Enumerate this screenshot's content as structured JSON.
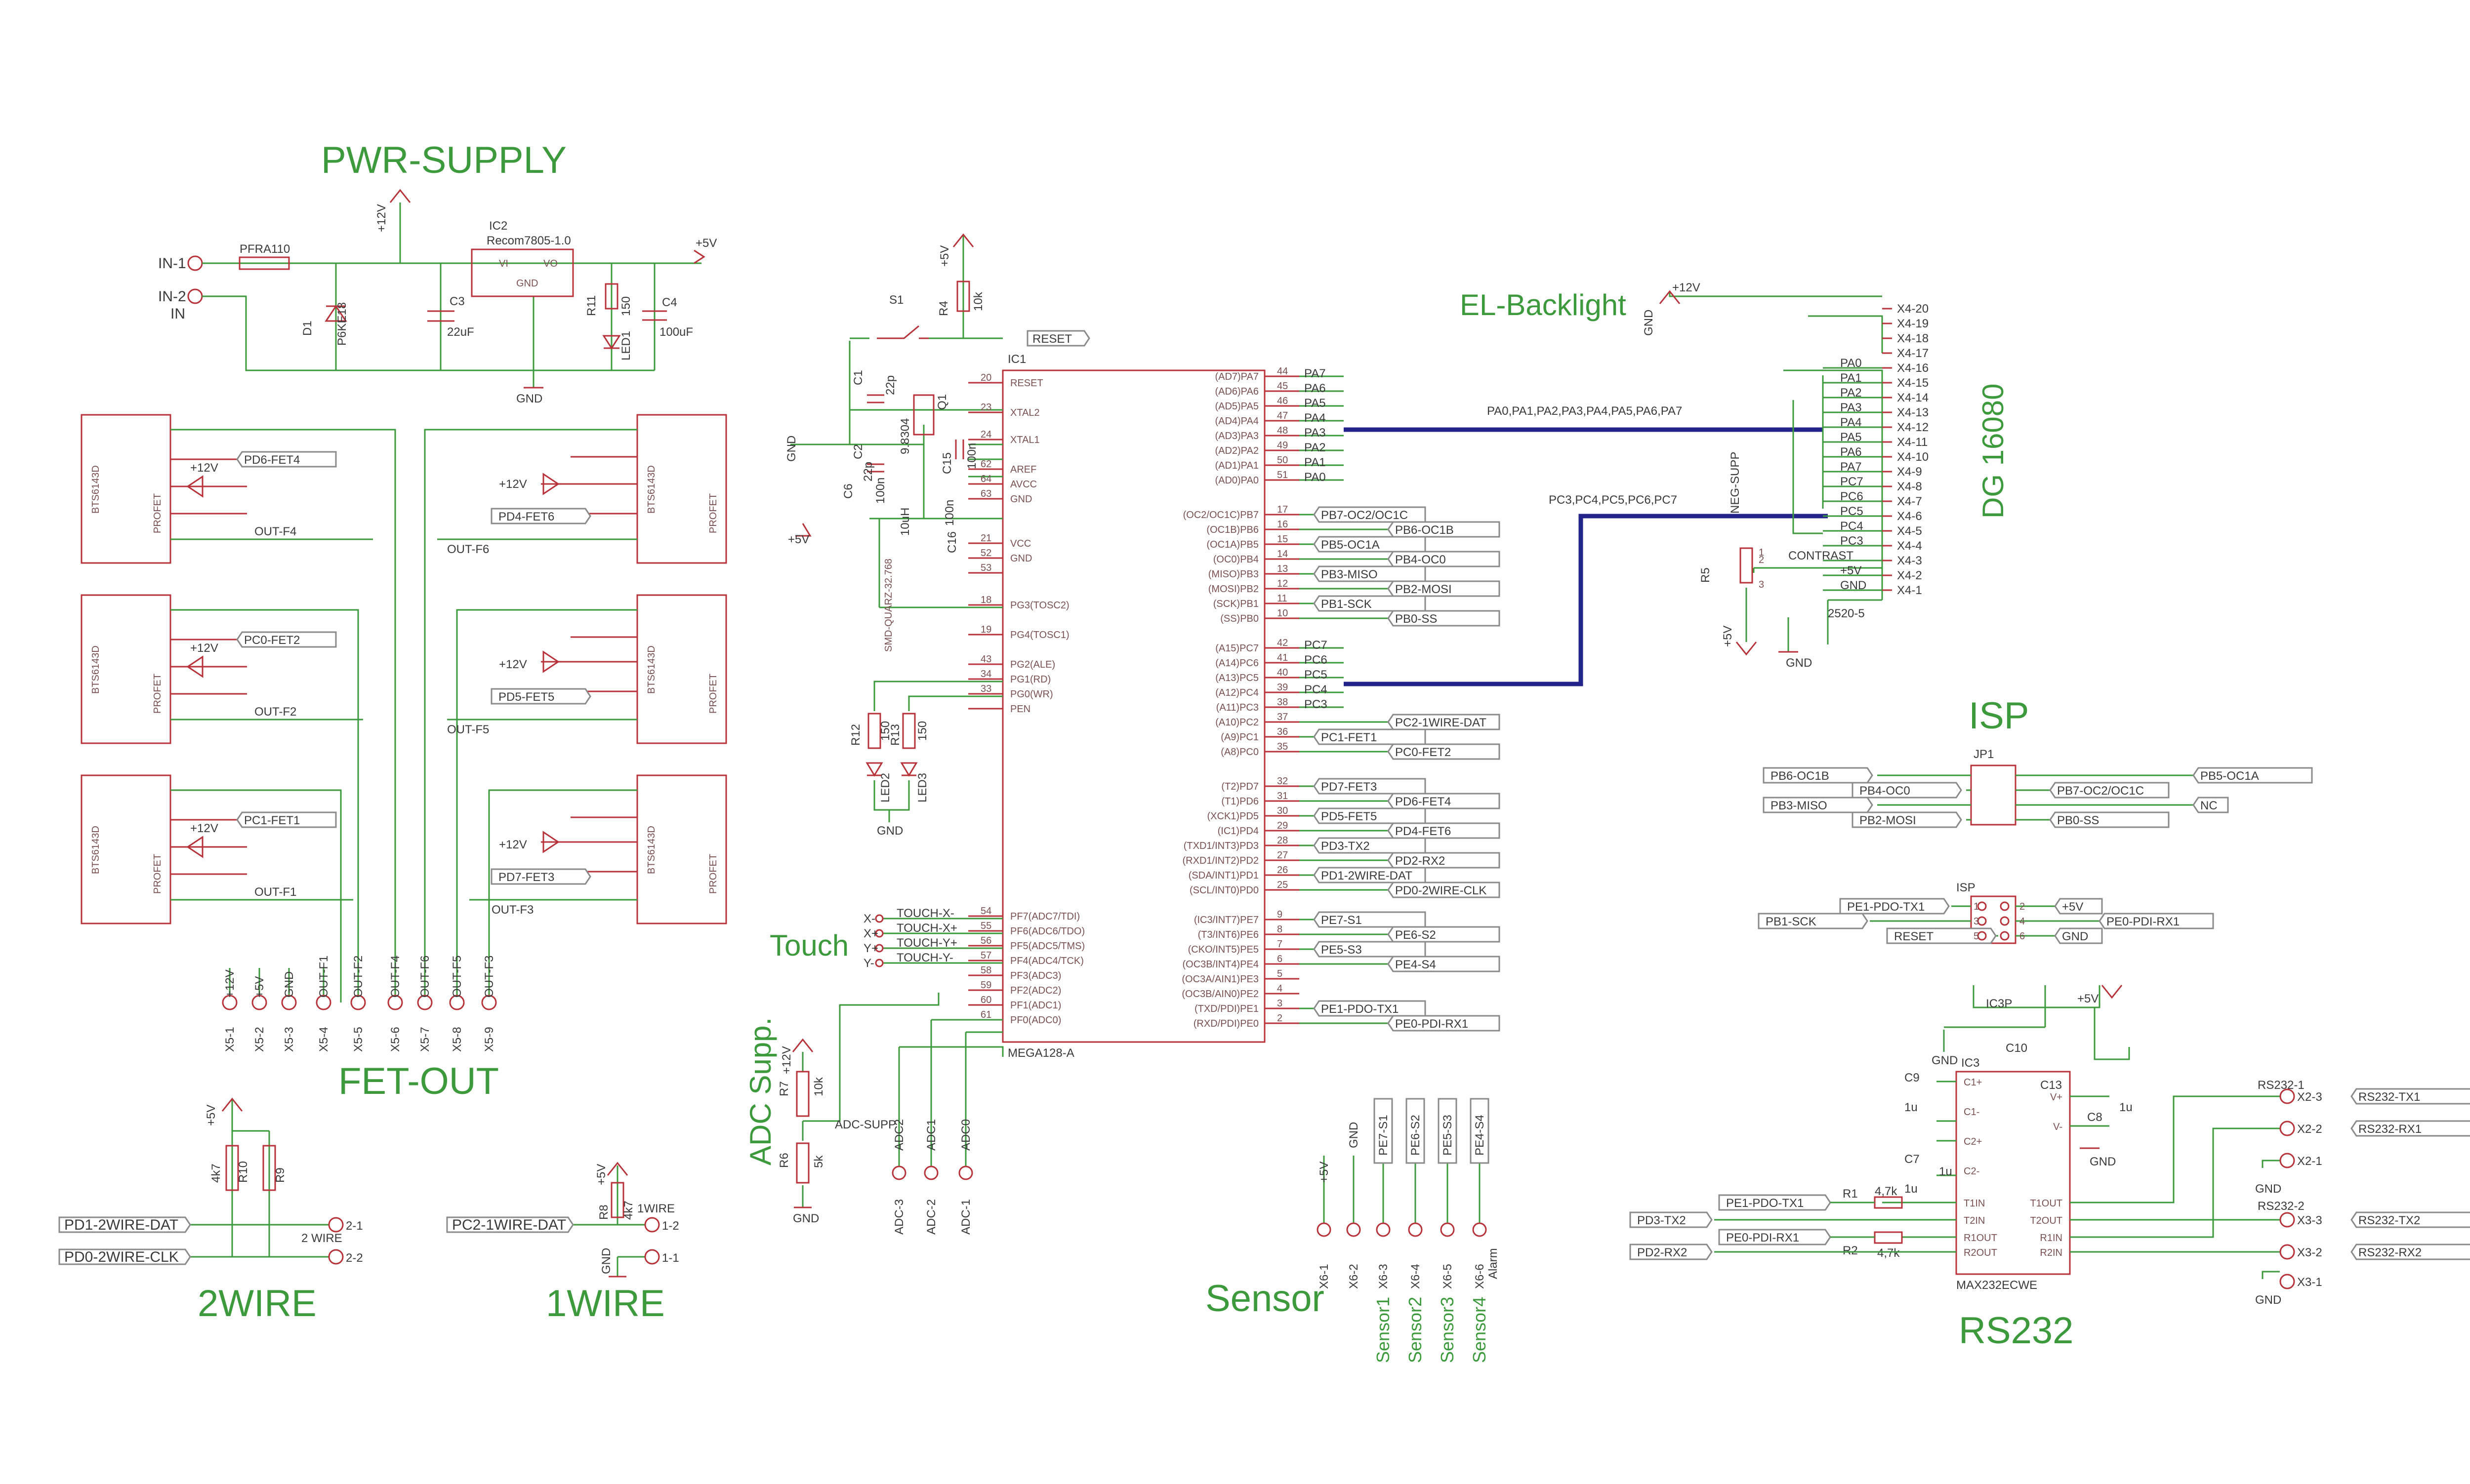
{
  "sections": {
    "pwr_supply": "PWR-SUPPLY",
    "fet_out": "FET-OUT",
    "two_wire": "2WIRE",
    "one_wire": "1WIRE",
    "sensor": "Sensor",
    "rs232": "RS232",
    "isp": "ISP",
    "el_backlight": "EL-Backlight",
    "dg16080": "DG 16080",
    "touch": "Touch",
    "adc_supp": "ADC Supp."
  },
  "power": {
    "in1": "IN-1",
    "in2": "IN-2",
    "in": "IN",
    "fuse": "PFRA110",
    "d1": "D1",
    "d1_val": "P6KE18",
    "c3": "C3",
    "c3_val": "22uF",
    "ic2": "IC2",
    "ic2_val": "Recom7805-1.0",
    "vi": "VI",
    "vo": "VO",
    "gnd_pin": "GND",
    "r11": "R11",
    "r11_val": "150",
    "led1": "LED1",
    "c4": "C4",
    "c4_val": "100uF",
    "p12v": "+12V",
    "p5v": "+5V",
    "gnd": "GND"
  },
  "fets": [
    {
      "name": "PD6-FET4",
      "out": "OUT-F4",
      "part": "BTS6143D",
      "profet": "PROFET",
      "supply": "+12V"
    },
    {
      "name": "PD4-FET6",
      "out": "OUT-F6",
      "part": "BTS6143D",
      "profet": "PROFET",
      "supply": "+12V"
    },
    {
      "name": "PC0-FET2",
      "out": "OUT-F2",
      "part": "BTS6143D",
      "profet": "PROFET",
      "supply": "+12V"
    },
    {
      "name": "PD5-FET5",
      "out": "OUT-F5",
      "part": "BTS6143D",
      "profet": "PROFET",
      "supply": "+12V"
    },
    {
      "name": "PC1-FET1",
      "out": "OUT-F1",
      "part": "BTS6143D",
      "profet": "PROFET",
      "supply": "+12V"
    },
    {
      "name": "PD7-FET3",
      "out": "OUT-F3",
      "part": "BTS6143D",
      "profet": "PROFET",
      "supply": "+12V"
    }
  ],
  "x5": {
    "pins": [
      "X5-1",
      "X5-2",
      "X5-3",
      "X5-4",
      "X5-5",
      "X5-6",
      "X5-7",
      "X5-8",
      "X5-9"
    ],
    "nets": [
      "+12V",
      "+5V",
      "GND",
      "OUT-F1",
      "OUT-F2",
      "OUT-F4",
      "OUT-F6",
      "OUT-F5",
      "OUT-F3"
    ]
  },
  "twowire": {
    "dat": "PD1-2WIRE-DAT",
    "clk": "PD0-2WIRE-CLK",
    "r9": "R9",
    "r10": "R10",
    "rval": "4k7",
    "pin1": "2-1",
    "pin2": "2-2",
    "conn": "2 WIRE",
    "p5v": "+5V"
  },
  "onewire": {
    "dat": "PC2-1WIRE-DAT",
    "r8": "R8",
    "rval": "4k7",
    "pin1": "1-2",
    "pin2": "1-1",
    "conn": "1WIRE",
    "p5v": "+5V",
    "gnd": "GND"
  },
  "mcu": {
    "name": "IC1",
    "part": "MEGA128-A",
    "s1": "S1",
    "r4": "R4",
    "r4_val": "10k",
    "reset": "RESET",
    "q1": "Q1",
    "q1_val": "9.8304",
    "c1": "C1",
    "c1_val": "22p",
    "c2": "C2",
    "c2_val": "22p",
    "c15": "C15",
    "c15_val": "100n",
    "c16": "C16",
    "c16_val": "100n",
    "c6": "C6",
    "c6_val": "100n",
    "l_val": "10uH",
    "q2": "SMD-QUARZ-32.768",
    "left_pins": [
      {
        "num": "20",
        "name": "RESET"
      },
      {
        "num": "23",
        "name": "XTAL2"
      },
      {
        "num": "24",
        "name": "XTAL1"
      },
      {
        "num": "62",
        "name": "AREF"
      },
      {
        "num": "64",
        "name": "AVCC"
      },
      {
        "num": "63",
        "name": "GND"
      },
      {
        "num": "21",
        "name": "VCC"
      },
      {
        "num": "52",
        "name": "GND"
      },
      {
        "num": "53",
        "name": ""
      },
      {
        "num": "18",
        "name": "PG3(TOSC2)"
      },
      {
        "num": "19",
        "name": "PG4(TOSC1)"
      },
      {
        "num": "43",
        "name": "PG2(ALE)"
      },
      {
        "num": "34",
        "name": "PG1(RD)"
      },
      {
        "num": "33",
        "name": "PG0(WR)"
      },
      {
        "num": "",
        "name": "PEN"
      },
      {
        "num": "54",
        "name": "PF7(ADC7/TDI)"
      },
      {
        "num": "55",
        "name": "PF6(ADC6/TDO)"
      },
      {
        "num": "56",
        "name": "PF5(ADC5/TMS)"
      },
      {
        "num": "57",
        "name": "PF4(ADC4/TCK)"
      },
      {
        "num": "58",
        "name": "PF3(ADC3)"
      },
      {
        "num": "59",
        "name": "PF2(ADC2)"
      },
      {
        "num": "60",
        "name": "PF1(ADC1)"
      },
      {
        "num": "61",
        "name": "PF0(ADC0)"
      }
    ],
    "right_pins": [
      {
        "num": "44",
        "name": "(AD7)PA7",
        "net": "PA7"
      },
      {
        "num": "45",
        "name": "(AD6)PA6",
        "net": "PA6"
      },
      {
        "num": "46",
        "name": "(AD5)PA5",
        "net": "PA5"
      },
      {
        "num": "47",
        "name": "(AD4)PA4",
        "net": "PA4"
      },
      {
        "num": "48",
        "name": "(AD3)PA3",
        "net": "PA3"
      },
      {
        "num": "49",
        "name": "(AD2)PA2",
        "net": "PA2"
      },
      {
        "num": "50",
        "name": "(AD1)PA1",
        "net": "PA1"
      },
      {
        "num": "51",
        "name": "(AD0)PA0",
        "net": "PA0"
      },
      {
        "num": "17",
        "name": "(OC2/OC1C)PB7",
        "net": "PB7-OC2/OC1C"
      },
      {
        "num": "16",
        "name": "(OC1B)PB6",
        "net": "PB6-OC1B"
      },
      {
        "num": "15",
        "name": "(OC1A)PB5",
        "net": "PB5-OC1A"
      },
      {
        "num": "14",
        "name": "(OC0)PB4",
        "net": "PB4-OC0"
      },
      {
        "num": "13",
        "name": "(MISO)PB3",
        "net": "PB3-MISO"
      },
      {
        "num": "12",
        "name": "(MOSI)PB2",
        "net": "PB2-MOSI"
      },
      {
        "num": "11",
        "name": "(SCK)PB1",
        "net": "PB1-SCK"
      },
      {
        "num": "10",
        "name": "(SS)PB0",
        "net": "PB0-SS"
      },
      {
        "num": "42",
        "name": "(A15)PC7",
        "net": "PC7"
      },
      {
        "num": "41",
        "name": "(A14)PC6",
        "net": "PC6"
      },
      {
        "num": "40",
        "name": "(A13)PC5",
        "net": "PC5"
      },
      {
        "num": "39",
        "name": "(A12)PC4",
        "net": "PC4"
      },
      {
        "num": "38",
        "name": "(A11)PC3",
        "net": "PC3"
      },
      {
        "num": "37",
        "name": "(A10)PC2",
        "net": "PC2-1WIRE-DAT"
      },
      {
        "num": "36",
        "name": "(A9)PC1",
        "net": "PC1-FET1"
      },
      {
        "num": "35",
        "name": "(A8)PC0",
        "net": "PC0-FET2"
      },
      {
        "num": "32",
        "name": "(T2)PD7",
        "net": "PD7-FET3"
      },
      {
        "num": "31",
        "name": "(T1)PD6",
        "net": "PD6-FET4"
      },
      {
        "num": "30",
        "name": "(XCK1)PD5",
        "net": "PD5-FET5"
      },
      {
        "num": "29",
        "name": "(IC1)PD4",
        "net": "PD4-FET6"
      },
      {
        "num": "28",
        "name": "(TXD1/INT3)PD3",
        "net": "PD3-TX2"
      },
      {
        "num": "27",
        "name": "(RXD1/INT2)PD2",
        "net": "PD2-RX2"
      },
      {
        "num": "26",
        "name": "(SDA/INT1)PD1",
        "net": "PD1-2WIRE-DAT"
      },
      {
        "num": "25",
        "name": "(SCL/INT0)PD0",
        "net": "PD0-2WIRE-CLK"
      },
      {
        "num": "9",
        "name": "(IC3/INT7)PE7",
        "net": "PE7-S1"
      },
      {
        "num": "8",
        "name": "(T3/INT6)PE6",
        "net": "PE6-S2"
      },
      {
        "num": "7",
        "name": "(CKO/INT5)PE5",
        "net": "PE5-S3"
      },
      {
        "num": "6",
        "name": "(OC3B/INT4)PE4",
        "net": "PE4-S4"
      },
      {
        "num": "5",
        "name": "(OC3A/AIN1)PE3",
        "net": ""
      },
      {
        "num": "4",
        "name": "(OC3B/AIN0)PE2",
        "net": ""
      },
      {
        "num": "3",
        "name": "(TXD/PDI)PE1",
        "net": "PE1-PDO-TX1"
      },
      {
        "num": "2",
        "name": "(RXD/PDI)PE0",
        "net": "PE0-PDI-RX1"
      }
    ],
    "r12": "R12",
    "r12_val": "150",
    "r13": "R13",
    "r13_val": "150",
    "led2": "LED2",
    "led3": "LED3",
    "p5v": "+5V",
    "gnd": "GND"
  },
  "touch": {
    "pins": [
      "X-",
      "X+",
      "Y+",
      "Y-"
    ],
    "nets": [
      "TOUCH-X-",
      "TOUCH-X+",
      "TOUCH-Y+",
      "TOUCH-Y-"
    ]
  },
  "adc": {
    "r7": "R7",
    "r7_val": "10k",
    "r6": "R6",
    "r6_val": "5k",
    "net": "ADC-SUPP",
    "p12v": "+12V",
    "gnd": "GND",
    "pins": [
      "ADC-3",
      "ADC-2",
      "ADC-1"
    ],
    "nets": [
      "ADC2",
      "ADC1",
      "ADC0"
    ]
  },
  "display": {
    "p12v": "+12V",
    "gnd": "GND",
    "bus_a": "PA0,PA1,PA2,PA3,PA4,PA5,PA6,PA7",
    "bus_c": "PC3,PC4,PC5,PC6,PC7",
    "pins": [
      "X4-20",
      "X4-19",
      "X4-18",
      "X4-17",
      "X4-16",
      "X4-15",
      "X4-14",
      "X4-13",
      "X4-12",
      "X4-11",
      "X4-10",
      "X4-9",
      "X4-8",
      "X4-7",
      "X4-6",
      "X4-5",
      "X4-4",
      "X4-3",
      "X4-2",
      "X4-1"
    ],
    "nets": [
      "",
      "",
      "",
      "",
      "PA0",
      "PA1",
      "PA2",
      "PA3",
      "PA4",
      "PA5",
      "PA6",
      "PA7",
      "PC7",
      "PC6",
      "PC5",
      "PC4",
      "PC3",
      "CONTRAST",
      "+5V",
      "GND"
    ],
    "neg_supp": "NEG-SUPP",
    "r5": "R5",
    "r5_pins": [
      "1",
      "2",
      "3"
    ],
    "p5v": "+5V",
    "conn": "2520-5"
  },
  "isp": {
    "jp1": "JP1",
    "left": [
      "PB6-OC1B",
      "PB4-OC0",
      "PB3-MISO",
      "PB2-MOSI"
    ],
    "right": [
      "PB5-OC1A",
      "PB7-OC2/OC1C",
      "NC",
      "PB0-SS"
    ],
    "isp2": "ISP",
    "isp_left": [
      "PE1-PDO-TX1",
      "PB1-SCK",
      "RESET"
    ],
    "isp_right": [
      "+5V",
      "PE0-PDI-RX1",
      "GND"
    ],
    "isp_pins": [
      "1",
      "2",
      "3",
      "4",
      "5",
      "6"
    ]
  },
  "sensor": {
    "pins": [
      "X6-1",
      "X6-2",
      "X6-3",
      "X6-4",
      "X6-5",
      "X6-6"
    ],
    "nets": [
      "+5V",
      "GND",
      "PE7-S1",
      "PE6-S2",
      "PE5-S3",
      "PE4-S4"
    ],
    "labels": [
      "Sensor1",
      "Sensor2",
      "Sensor3",
      "Sensor4"
    ],
    "alarm": "Alarm"
  },
  "rs232": {
    "ic": "IC3",
    "part": "MAX232ECWE",
    "c9": "C9",
    "c7": "C7",
    "c10": "C10",
    "c8": "C8",
    "c13": "C13",
    "cval": "1u",
    "ic3p": "IC3P",
    "pins_left": [
      "C1+",
      "C1-",
      "C2+",
      "C2-",
      "T1IN",
      "T2IN",
      "R1OUT",
      "R2OUT"
    ],
    "pins_right": [
      "V+",
      "V-",
      "T1OUT",
      "T2OUT",
      "R1IN",
      "R2IN"
    ],
    "r1": "R1",
    "r2": "R2",
    "rval": "4,7k",
    "tx1": "PE1-PDO-TX1",
    "rx1": "PE0-PDI-RX1",
    "tx2": "PD3-TX2",
    "rx2": "PD2-RX2",
    "net1": "RS232-1",
    "net2": "RS232-2",
    "x2": [
      "X2-3",
      "X2-2",
      "X2-1"
    ],
    "x3": [
      "X3-3",
      "X3-2",
      "X3-1"
    ],
    "out": [
      "RS232-TX1",
      "RS232-RX1",
      "RS232-TX2",
      "RS232-RX2"
    ],
    "gnd": "GND",
    "p5v": "+5V"
  }
}
